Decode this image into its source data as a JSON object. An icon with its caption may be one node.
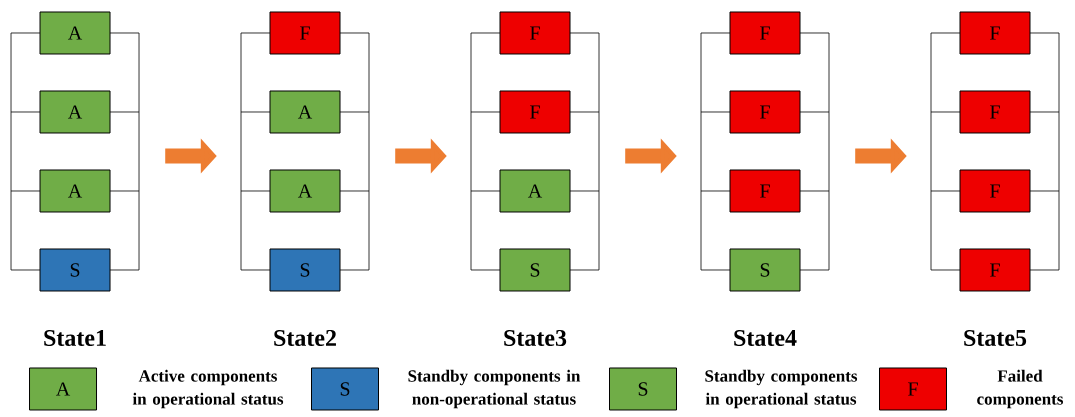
{
  "diagram": {
    "nodes": [
      {
        "text": [
          "State1"
        ]
      },
      {
        "text": [
          "A"
        ],
        "in": 0
      },
      {
        "text": [
          "A"
        ],
        "in": 0
      },
      {
        "text": [
          "A"
        ],
        "in": 0
      },
      {
        "text": [
          "S"
        ],
        "in": 0
      },
      {
        "text": [
          "State2"
        ]
      },
      {
        "text": [
          "F"
        ],
        "in": 5
      },
      {
        "text": [
          "A"
        ],
        "in": 5
      },
      {
        "text": [
          "A"
        ],
        "in": 5
      },
      {
        "text": [
          "S"
        ],
        "in": 5
      },
      {
        "text": [
          "State3"
        ]
      },
      {
        "text": [
          "F"
        ],
        "in": 10
      },
      {
        "text": [
          "F"
        ],
        "in": 10
      },
      {
        "text": [
          "A"
        ],
        "in": 10
      },
      {
        "text": [
          "S"
        ],
        "in": 10
      },
      {
        "text": [
          "State4"
        ]
      },
      {
        "text": [
          "F"
        ],
        "in": 15
      },
      {
        "text": [
          "F"
        ],
        "in": 15
      },
      {
        "text": [
          "F"
        ],
        "in": 15
      },
      {
        "text": [
          "S"
        ],
        "in": 15
      },
      {
        "text": [
          "State5"
        ]
      },
      {
        "text": [
          "F"
        ],
        "in": 20
      },
      {
        "text": [
          "F"
        ],
        "in": 20
      },
      {
        "text": [
          "F"
        ],
        "in": 20
      },
      {
        "text": [
          "F"
        ],
        "in": 20
      }
    ],
    "edges": [
      {
        "from": 0,
        "to": 5,
        "arrow": "to"
      },
      {
        "from": 5,
        "to": 10,
        "arrow": "to"
      },
      {
        "from": 10,
        "to": 15,
        "arrow": "to"
      },
      {
        "from": 15,
        "to": 20,
        "arrow": "to"
      }
    ],
    "labels": [
      "A",
      "S",
      "S",
      "F"
    ],
    "legend": [
      {
        "text": "Active components in operational status",
        "color": "#70ad47"
      },
      {
        "text": "Standby components in non-operational status",
        "color": "#2e75b6"
      },
      {
        "text": "Standby components in operational status",
        "color": "#70ad47"
      },
      {
        "text": "Failed components",
        "color": "#ee0000"
      }
    ]
  }
}
